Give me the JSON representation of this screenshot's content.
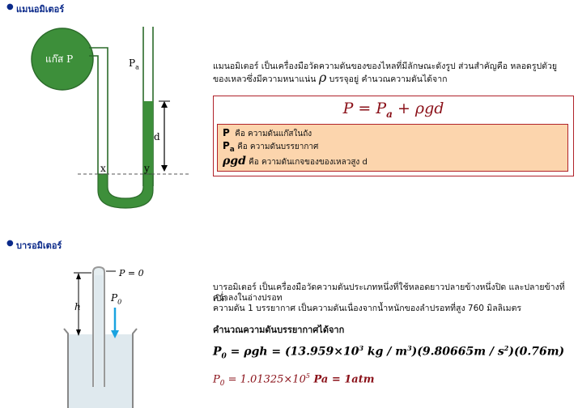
{
  "section1": {
    "heading": "แมนอมิเตอร์",
    "figure": {
      "gas_label": "แก๊ส P",
      "pa_label": "P",
      "pa_sub": "a",
      "d_label": "d",
      "x_label": "x",
      "y_label": "y"
    },
    "description_line1": "แมนอมิเตอร์ เป็นเครื่องมือวัดความดันของของไหลที่มีลักษณะดังรูป ส่วนสำคัญคือ หลอดรูปตัวยู",
    "description_line2_a": "ของเหลวซึ่งมีความหนาแน่น",
    "description_line2_rho": "ρ",
    "description_line2_b": "บรรจุอยู่ คำนวณความดันได้จาก",
    "formula": {
      "lhs": "P = P",
      "sub": "a",
      "rhs": "+ ρgd"
    },
    "definitions": [
      {
        "symbol": "P",
        "sub": "",
        "text": "คือ ความดันแก๊สในถัง"
      },
      {
        "symbol": "P",
        "sub": "a",
        "text": "คือ ความดันบรรยากาศ"
      },
      {
        "symbol": "ρgd",
        "sub": "",
        "text": "คือ ความดันเกจของของเหลวสูง d"
      }
    ]
  },
  "section2": {
    "heading": "บารอมิเตอร์",
    "figure": {
      "p_zero_label": "P = 0",
      "h_label": "h",
      "p0_label": "P",
      "p0_sub": "0"
    },
    "description_line1": "บารอมิเตอร์ เป็นเครื่องมือวัดความดันประเภทหนึ่งที่ใช้หลอดยาวปลายข้างหนึ่งปิด และปลายข้างที่เปิด",
    "description_line2": "คว่ำลงในอ่างปรอท",
    "description_line3": "ความดัน 1 บรรยากาศ เป็นความดันเนื่องจากน้ำหนักของลำปรอทที่สูง 760 มิลลิเมตร",
    "calc_heading": "คำนวณความดันบรรยากาศได้จาก",
    "eq1": {
      "lhs": "P",
      "lhs_sub": "0",
      "mid": " = ρgh = (13.959×10",
      "exp1": "3",
      "part2": " kg / m",
      "exp2": "3",
      "part3": ")(9.80665m / s",
      "exp3": "2",
      "part4": ")(0.76m)"
    },
    "eq2": {
      "lhs": "P",
      "lhs_sub": "0",
      "mid": " = 1.01325×10",
      "exp": "5",
      "tail": " Pa = 1atm"
    }
  },
  "colors": {
    "heading": "#0b2a8a",
    "tube_green": "#3d8f3a",
    "formula_red": "#8a1018",
    "defs_bg": "#fcd5ad",
    "arrow_blue": "#1aa3e0"
  }
}
